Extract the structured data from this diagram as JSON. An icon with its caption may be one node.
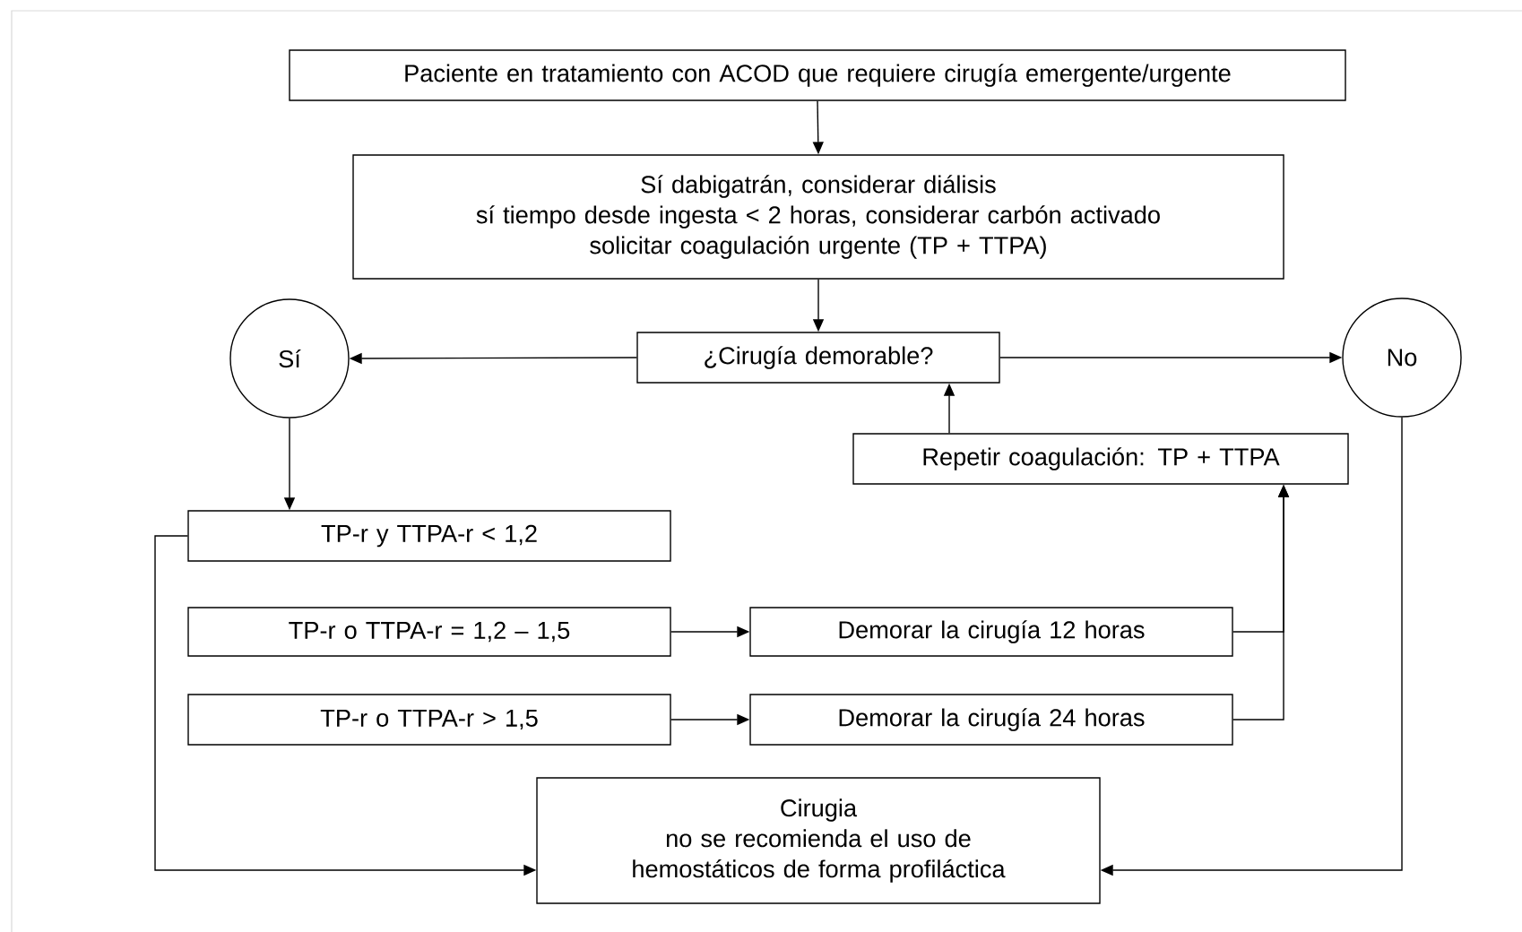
{
  "diagram": {
    "nodes": [
      {
        "text": [
          "Paciente en tratamiento con ACOD que requiere cirugía emergente/urgente"
        ]
      },
      {
        "text": [
          "Sí dabigatrán, considerar diálisis",
          "sí tiempo desde ingesta < 2 horas, considerar carbón activado",
          "solicitar coagulación urgente (TP + TTPA)"
        ]
      },
      {
        "text": [
          "¿Cirugía demorable?"
        ]
      },
      {
        "text": [
          "Sí"
        ]
      },
      {
        "text": [
          "No"
        ]
      },
      {
        "text": [
          "Repetir coagulación: TP + TTPA"
        ]
      },
      {
        "text": [
          "TP-r y TTPA-r < 1,2"
        ]
      },
      {
        "text": [
          "TP-r o TTPA-r = 1,2 – 1,5"
        ]
      },
      {
        "text": [
          "TP-r o TTPA-r > 1,5"
        ]
      },
      {
        "text": [
          "Demorar la cirugía 12 horas"
        ]
      },
      {
        "text": [
          "Demorar la cirugía 24 horas"
        ]
      },
      {
        "text": [
          "Cirugia",
          "no se recomienda el uso de hemostáticos de forma profiláctica"
        ]
      }
    ],
    "edges": [
      {
        "from": 0,
        "to": 1,
        "arrow": "to"
      },
      {
        "from": 1,
        "to": 2,
        "arrow": "to"
      },
      {
        "from": 2,
        "to": 3,
        "arrow": "to"
      },
      {
        "from": 2,
        "to": 4,
        "arrow": "to"
      },
      {
        "from": 3,
        "to": 6,
        "arrow": "to"
      },
      {
        "from": 7,
        "to": 9,
        "arrow": "to"
      },
      {
        "from": 8,
        "to": 10,
        "arrow": "to"
      },
      {
        "from": 9,
        "to": 5,
        "arrow": "to"
      },
      {
        "from": 10,
        "to": 5,
        "arrow": "to"
      },
      {
        "from": 5,
        "to": 2,
        "arrow": "to"
      },
      {
        "from": 6,
        "to": 11,
        "arrow": "to"
      },
      {
        "from": 4,
        "to": 11,
        "arrow": "to"
      }
    ]
  }
}
